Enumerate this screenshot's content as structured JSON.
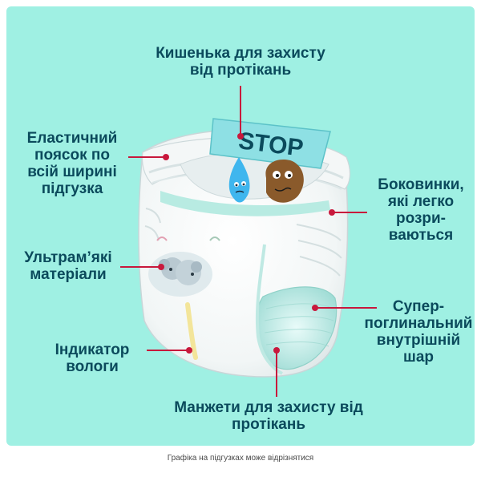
{
  "labels": {
    "top": "Кишенька для захисту\nвід протікань",
    "elastic": "Еластичний\nпоясок по\nвсій ширині\nпідгузка",
    "sides": "Боковинки,\nякі легко\nрозри-\nваються",
    "soft": "Ультрам’які\nматеріали",
    "absorb": "Супер-\nпоглинальний\nвнутрішній\nшар",
    "indicator": "Індикатор\nвологи",
    "cuffs": "Манжети для захисту від\nпротікань"
  },
  "sign_text": "STOP",
  "footnote": "Графіка на підгузках може відрізнятися",
  "colors": {
    "background": "#9ff0e3",
    "label_text": "#0b4a5c",
    "pointer": "#c8183c",
    "sign": "#8ee0e4"
  }
}
